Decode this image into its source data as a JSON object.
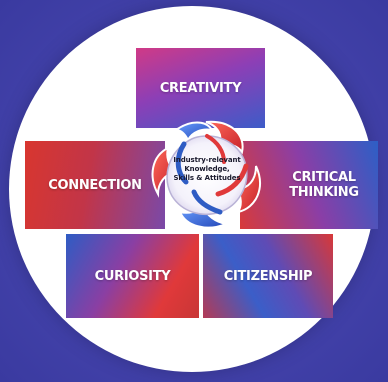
{
  "tiles": {
    "creativity": "CREATIVITY",
    "connection": "CONNECTION",
    "critical_thinking": "CRITICAL\nTHINKING",
    "curiosity": "CURIOSITY",
    "citizenship": "CITIZENSHIP"
  },
  "core": {
    "line1": "Industry-relevant",
    "line2": "Knowledge,",
    "line3": "Skills & Attitudes"
  },
  "colors": {
    "background": "#3f3ea6",
    "red": "#e0393a",
    "blue": "#2e5cc4",
    "purple": "#8a3fa3",
    "circle": "#ffffff"
  }
}
